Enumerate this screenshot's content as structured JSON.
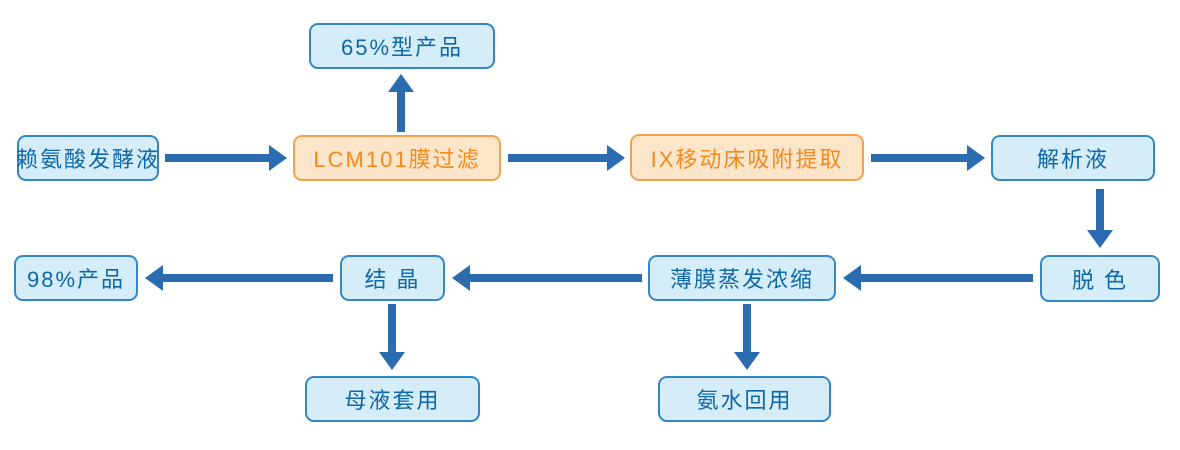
{
  "diagram": {
    "type": "process-flowchart",
    "nodes": {
      "product65": {
        "label": "65%型产品",
        "style": "blue"
      },
      "fermentation": {
        "label": "赖氨酸发酵液",
        "style": "blue"
      },
      "membrane": {
        "label": "LCM101膜过滤",
        "style": "orange"
      },
      "ix": {
        "label": "IX移动床吸附提取",
        "style": "orange"
      },
      "analysis": {
        "label": "解析液",
        "style": "blue"
      },
      "product98": {
        "label": "98%产品",
        "style": "blue"
      },
      "crystallization": {
        "label": "结 晶",
        "style": "blue"
      },
      "evaporation": {
        "label": "薄膜蒸发浓缩",
        "style": "blue"
      },
      "decolor": {
        "label": "脱 色",
        "style": "blue"
      },
      "mother_liquor": {
        "label": "母液套用",
        "style": "blue"
      },
      "ammonia": {
        "label": "氨水回用",
        "style": "blue"
      }
    },
    "edges": [
      {
        "from": "fermentation",
        "to": "membrane",
        "direction": "right"
      },
      {
        "from": "membrane",
        "to": "product65",
        "direction": "up"
      },
      {
        "from": "membrane",
        "to": "ix",
        "direction": "right"
      },
      {
        "from": "ix",
        "to": "analysis",
        "direction": "right"
      },
      {
        "from": "analysis",
        "to": "decolor",
        "direction": "down"
      },
      {
        "from": "decolor",
        "to": "evaporation",
        "direction": "left"
      },
      {
        "from": "evaporation",
        "to": "crystallization",
        "direction": "left"
      },
      {
        "from": "crystallization",
        "to": "product98",
        "direction": "left"
      },
      {
        "from": "crystallization",
        "to": "mother_liquor",
        "direction": "down"
      },
      {
        "from": "evaporation",
        "to": "ammonia",
        "direction": "down"
      }
    ],
    "colors": {
      "blue_fill": "#d5ecf9",
      "blue_border": "#3287c6",
      "blue_text": "#0f68a9",
      "orange_fill": "#fce5c9",
      "orange_border": "#f2a24d",
      "orange_text": "#f4891e",
      "arrow": "#2b6cb0"
    }
  }
}
